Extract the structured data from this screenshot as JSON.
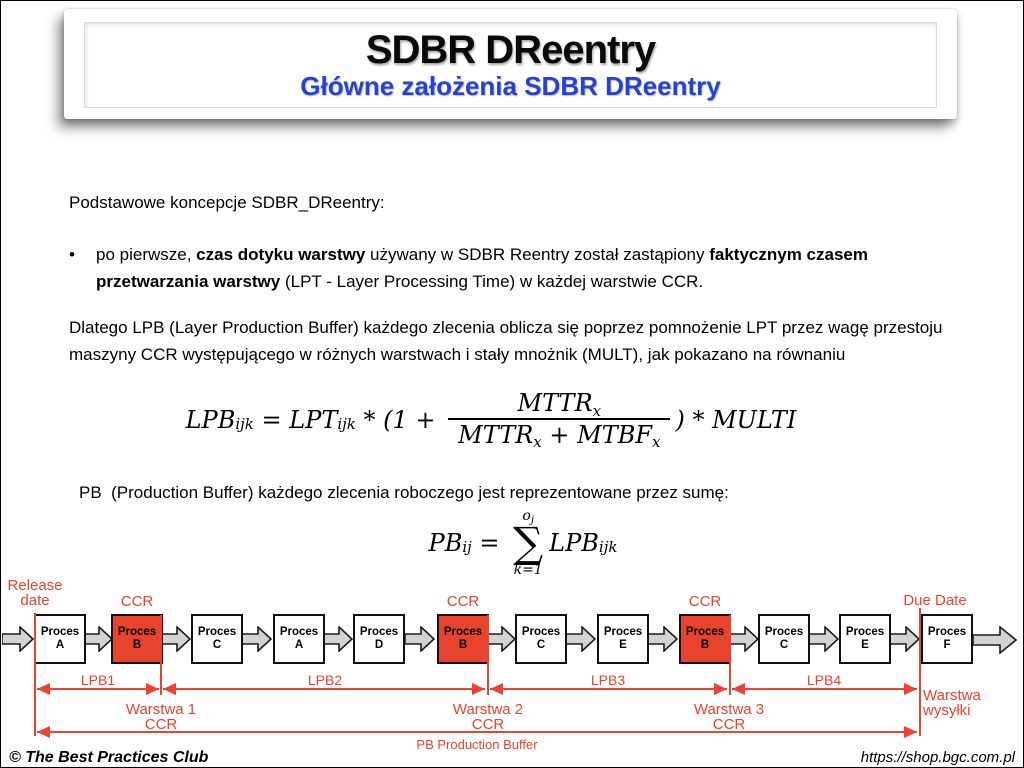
{
  "header": {
    "title": "SDBR DReentry",
    "subtitle": "Główne założenia SDBR DReentry"
  },
  "body": {
    "intro": "Podstawowe koncepcje SDBR_DReentry:",
    "bullet": {
      "glyph": "•",
      "p1": "po pierwsze, ",
      "b1": "czas dotyku warstwy",
      "p2": " używany w SDBR Reentry został zastąpiony ",
      "b2": "faktycznym czasem przetwarzania warstwy",
      "p3": " (LPT - Layer Processing Time) w każdej warstwie CCR."
    },
    "paragraph2": "Dlatego LPB (Layer Production Buffer) każdego zlecenia oblicza się poprzez pomnożenie LPT przez wagę przestoju maszyny CCR występującego w różnych warstwach i stały mnożnik (MULT), jak pokazano na równaniu",
    "paragraph3": "PB  (Production Buffer) każdego zlecenia roboczego jest reprezentowane przez sumę:"
  },
  "formula_lpb": {
    "lhs": "LPB",
    "lhs_sub": "ijk",
    "eq": " = ",
    "lpt": "LPT",
    "lpt_sub": "ijk",
    "op1": " * (1 + ",
    "num": "MTTR",
    "num_sub": "x",
    "den1": "MTTR",
    "den1_sub": "x",
    "den_op": " + ",
    "den2": "MTBF",
    "den2_sub": "x",
    "op2": ") * ",
    "mult": "MULTI"
  },
  "formula_pb": {
    "lhs": "PB",
    "lhs_sub": "ij",
    "eq": " = ",
    "upper": "o",
    "upper_sub": "j",
    "sigma": "∑",
    "lower": "k=1",
    "rhs": "LPB",
    "rhs_sub": "ijk"
  },
  "diagram": {
    "release_label_line1": "Release",
    "release_label_line2": "date",
    "due_label": "Due Date",
    "ccr_label": "CCR",
    "boxes": [
      {
        "line1": "Proces",
        "line2": "A"
      },
      {
        "line1": "Proces",
        "line2": "B"
      },
      {
        "line1": "Proces",
        "line2": "C"
      },
      {
        "line1": "Proces",
        "line2": "A"
      },
      {
        "line1": "Proces",
        "line2": "D"
      },
      {
        "line1": "Proces",
        "line2": "B"
      },
      {
        "line1": "Proces",
        "line2": "C"
      },
      {
        "line1": "Proces",
        "line2": "E"
      },
      {
        "line1": "Proces",
        "line2": "B"
      },
      {
        "line1": "Proces",
        "line2": "C"
      },
      {
        "line1": "Proces",
        "line2": "E"
      },
      {
        "line1": "Proces",
        "line2": "F"
      }
    ],
    "lpb_labels": [
      "LPB1",
      "LPB2",
      "LPB3",
      "LPB4"
    ],
    "warstwa_labels": [
      {
        "line1": "Warstwa 1",
        "line2": "CCR"
      },
      {
        "line1": "Warstwa 2",
        "line2": "CCR"
      },
      {
        "line1": "Warstwa 3",
        "line2": "CCR"
      }
    ],
    "shipping_label_line1": "Warstwa",
    "shipping_label_line2": "wysyłki",
    "pb_label": "PB Production Buffer"
  },
  "footer": {
    "copyright": "© The Best Practices Club",
    "url": "https://shop.bgc.com.pl"
  },
  "colors": {
    "accent_red": "#F0402E",
    "ccr_box_fill": "#E8432C",
    "subtitle_blue": "#2441E0"
  }
}
